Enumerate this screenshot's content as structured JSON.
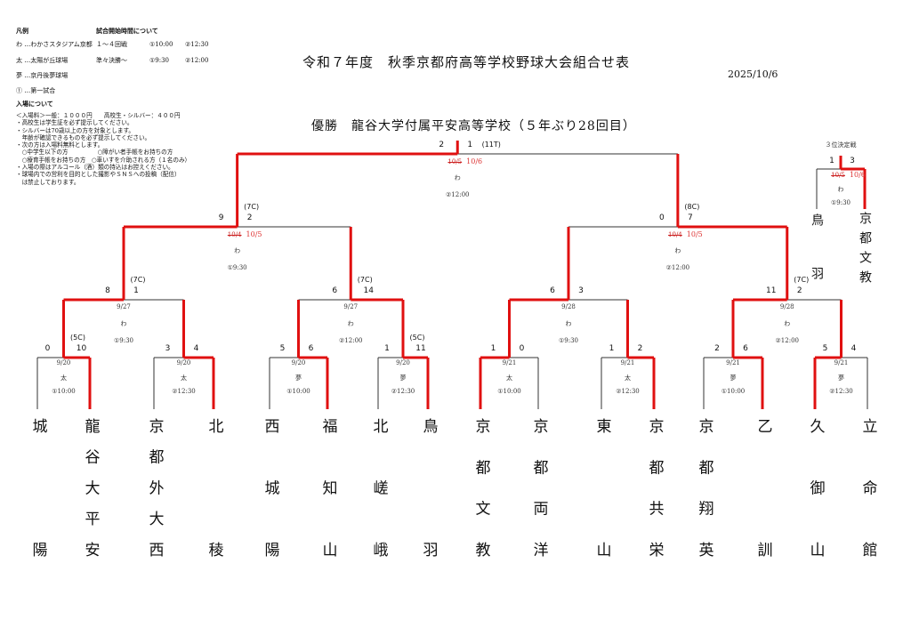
{
  "legend": {
    "heading": "凡例",
    "items": [
      {
        "symbol": "わ",
        "desc": "…わかさスタジアム京都"
      },
      {
        "symbol": "太",
        "desc": "…太陽が丘球場"
      },
      {
        "symbol": "夢",
        "desc": "…京丹後夢球場"
      },
      {
        "symbol": "①",
        "desc": "…第一試合"
      }
    ]
  },
  "start_times": {
    "heading": "試合開始時間について",
    "rows": [
      {
        "rounds": "１～４回戦",
        "first": "①10:00",
        "second": "②12:30"
      },
      {
        "rounds": "準々決勝～",
        "first": "①9:30",
        "second": "②12:00"
      }
    ]
  },
  "admission": {
    "heading": "入場について",
    "lines": [
      "＜入場料＞一般：１０００円　　高校生・シルバー：４００円",
      "・高校生は学生証を必ず提示してください。",
      "・シルバーは70歳以上の方を対象とします。",
      "　年齢が確認できるものを必ず提示してください。",
      "・次の方は入場料無料とします。",
      "　○中学生以下の方　　　　　○障がい者手帳をお持ちの方",
      "　○療育手帳をお持ちの方　○車いすを介助される方（１名のみ）",
      "・入場の際はアルコール（酒）類の持込はお控えください。",
      "・球場内での営利を目的とした撮影やＳＮＳへの投稿（配信）",
      "　は禁止しております。"
    ]
  },
  "header": {
    "title": "令和７年度　秋季京都府高等学校野球大会組合せ表",
    "date": "2025/10/6",
    "champion": "優勝　龍谷大学付属平安高等学校（５年ぶり28回目）"
  },
  "teams": [
    "城陽",
    "龍谷大平安",
    "京都外大西",
    "北稜",
    "西城陽",
    "福知山",
    "北嵯峨",
    "鳥羽",
    "京都文教",
    "京都両洋",
    "東山",
    "京都共栄",
    "京都翔英",
    "乙訓",
    "久御山",
    "立命館"
  ],
  "matches": [
    {
      "id": "r1-1",
      "children": [
        "t0",
        "t1"
      ],
      "scores": [
        "0",
        "10"
      ],
      "label": "(5C)",
      "winner": 1,
      "date": "9/20",
      "venue": "太",
      "time": "①10:00"
    },
    {
      "id": "r1-2",
      "children": [
        "t2",
        "t3"
      ],
      "scores": [
        "3",
        "4"
      ],
      "label": "",
      "winner": 1,
      "date": "9/20",
      "venue": "太",
      "time": "②12:30"
    },
    {
      "id": "r1-3",
      "children": [
        "t4",
        "t5"
      ],
      "scores": [
        "5",
        "6"
      ],
      "label": "",
      "winner": 1,
      "date": "9/20",
      "venue": "夢",
      "time": "①10:00"
    },
    {
      "id": "r1-4",
      "children": [
        "t6",
        "t7"
      ],
      "scores": [
        "1",
        "11"
      ],
      "label": "(5C)",
      "winner": 1,
      "date": "9/20",
      "venue": "夢",
      "time": "②12:30"
    },
    {
      "id": "r1-5",
      "children": [
        "t8",
        "t9"
      ],
      "scores": [
        "1",
        "0"
      ],
      "label": "",
      "winner": 0,
      "date": "9/21",
      "venue": "太",
      "time": "①10:00"
    },
    {
      "id": "r1-6",
      "children": [
        "t10",
        "t11"
      ],
      "scores": [
        "1",
        "2"
      ],
      "label": "",
      "winner": 1,
      "date": "9/21",
      "venue": "太",
      "time": "②12:30"
    },
    {
      "id": "r1-7",
      "children": [
        "t12",
        "t13"
      ],
      "scores": [
        "2",
        "6"
      ],
      "label": "",
      "winner": 1,
      "date": "9/21",
      "venue": "夢",
      "time": "①10:00"
    },
    {
      "id": "r1-8",
      "children": [
        "t14",
        "t15"
      ],
      "scores": [
        "5",
        "4"
      ],
      "label": "",
      "winner": 0,
      "date": "9/21",
      "venue": "夢",
      "time": "②12:30"
    },
    {
      "id": "r2-1",
      "children": [
        "r1-1",
        "r1-2"
      ],
      "scores": [
        "8",
        "1"
      ],
      "label": "(7C)",
      "winner": 0,
      "date": "9/27",
      "venue": "わ",
      "time": "①9:30"
    },
    {
      "id": "r2-2",
      "children": [
        "r1-3",
        "r1-4"
      ],
      "scores": [
        "6",
        "14"
      ],
      "label": "(7C)",
      "winner": 1,
      "date": "9/27",
      "venue": "わ",
      "time": "②12:00"
    },
    {
      "id": "r2-3",
      "children": [
        "r1-5",
        "r1-6"
      ],
      "scores": [
        "6",
        "3"
      ],
      "label": "",
      "winner": 0,
      "date": "9/28",
      "venue": "わ",
      "time": "①9:30"
    },
    {
      "id": "r2-4",
      "children": [
        "r1-7",
        "r1-8"
      ],
      "scores": [
        "11",
        "2"
      ],
      "label": "(7C)",
      "winner": 0,
      "date": "9/28",
      "venue": "わ",
      "time": "②12:00"
    },
    {
      "id": "sf-1",
      "children": [
        "r2-1",
        "r2-2"
      ],
      "scores": [
        "9",
        "2"
      ],
      "label": "(7C)",
      "winner": 0,
      "date_struck": "10/4",
      "date": "10/5",
      "venue": "わ",
      "time": "①9:30"
    },
    {
      "id": "sf-2",
      "children": [
        "r2-3",
        "r2-4"
      ],
      "scores": [
        "0",
        "7"
      ],
      "label": "(8C)",
      "winner": 1,
      "date_struck": "10/4",
      "date": "10/5",
      "venue": "わ",
      "time": "②12:00"
    },
    {
      "id": "final",
      "children": [
        "sf-1",
        "sf-2"
      ],
      "scores": [
        "2",
        "1"
      ],
      "label": "(11T)",
      "winner": 0,
      "date_struck": "10/5",
      "date": "10/6",
      "venue": "わ",
      "time": "②12:00"
    }
  ],
  "third_place": {
    "title": "３位決定戦",
    "teams": [
      "鳥羽",
      "京都文教"
    ],
    "scores": [
      "1",
      "3"
    ],
    "winner": 1,
    "date_struck": "10/5",
    "date": "10/6",
    "venue": "わ",
    "time": "①9:30"
  },
  "colors": {
    "winner_line": "#e01010",
    "line": "#333333",
    "new_date": "#d33333"
  }
}
